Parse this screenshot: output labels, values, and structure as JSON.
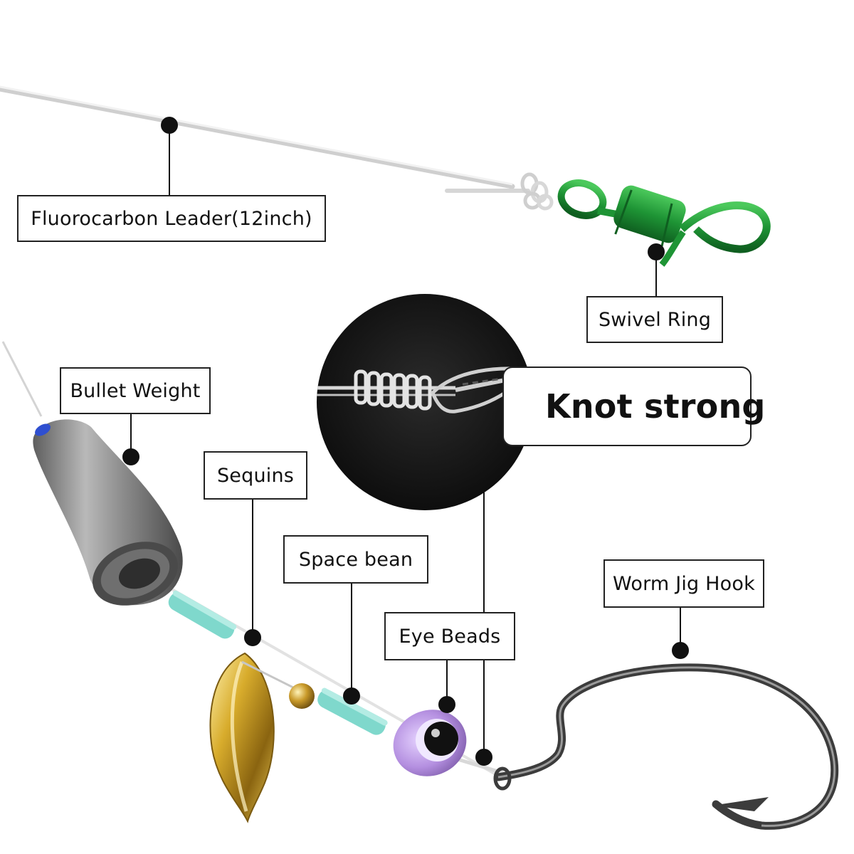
{
  "labels": {
    "leader": "Fluorocarbon Leader(12inch)",
    "swivel": "Swivel Ring",
    "bullet_weight": "Bullet Weight",
    "sequins": "Sequins",
    "space_bean": "Space bean",
    "eye_beads": "Eye Beads",
    "hook": "Worm Jig Hook",
    "knot": "Knot strong"
  },
  "colors": {
    "swivel": "#1f9a3b",
    "bead_tube": "#7fd8cc",
    "sequin": "#c9a128",
    "eye_bead": "#b48fe0",
    "weight": "#8a8a8a",
    "leader": "#dcdcdc",
    "inset": "#141414"
  }
}
